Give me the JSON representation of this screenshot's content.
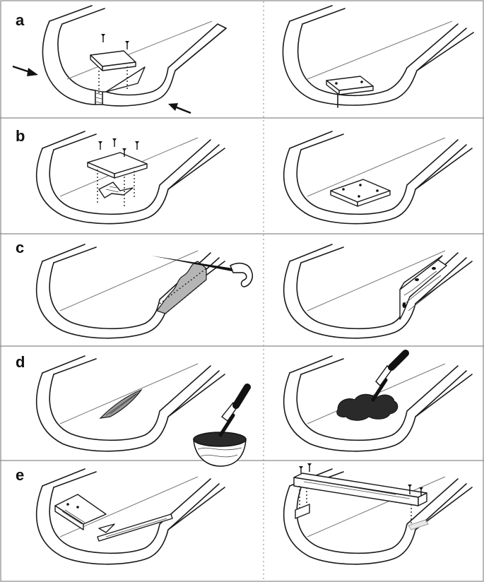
{
  "figure": {
    "panels": [
      {
        "id": "a",
        "label": "a"
      },
      {
        "id": "b",
        "label": "b"
      },
      {
        "id": "c",
        "label": "c"
      },
      {
        "id": "d",
        "label": "d"
      },
      {
        "id": "e",
        "label": "e"
      }
    ]
  },
  "colors": {
    "line": "#1a1a1a",
    "frame": "#8a8a8a",
    "divider": "#9a9a9a",
    "fill_dark": "#2a2a2a",
    "fill_gray": "#b5b5b5",
    "background": "#ffffff"
  }
}
